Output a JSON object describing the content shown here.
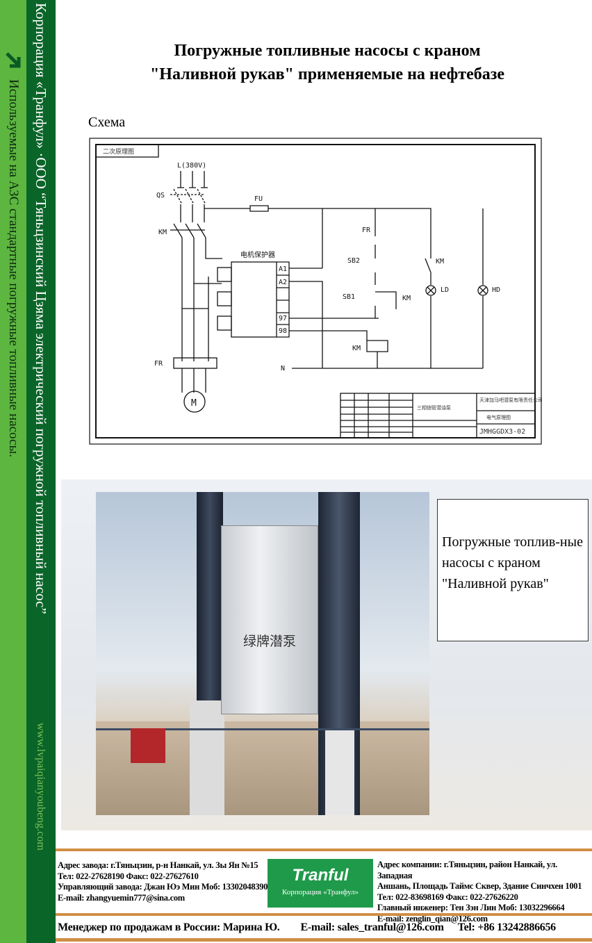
{
  "sidebar": {
    "company_line": "Корпорация «Транфул» ·ООО “Тяньцзинский Цзяма электрический погружной топливный насос”",
    "subtitle": "Используемые на АЗС стандартные погружные топливные насосы.",
    "website": "www.lvpaiqianyoubeng.com",
    "arrow_icon": "arrow-down-right-icon"
  },
  "header": {
    "title_line1": "Погружные топливные насосы с краном",
    "title_line2": "\"Наливной рукав\" применяемые на нефтебазе"
  },
  "schema": {
    "label": "Схема",
    "frame_title": "二次原理图",
    "labels": {
      "supply": "L(380V)",
      "qs": "QS",
      "km": "KM",
      "fu": "FU",
      "protector": "电机保护器",
      "a1": "A1",
      "a2": "A2",
      "t97": "97",
      "t98": "98",
      "fr": "FR",
      "motor": "M",
      "n": "N",
      "sb1": "SB1",
      "sb2": "SB2",
      "ld": "LD",
      "hd": "HD"
    },
    "titleblock": {
      "product": "三相铠管潜油泵",
      "company": "天津加马吧潜泵有限责任公司",
      "drawing": "电气原理图",
      "code": "JMHGGDX3-02"
    }
  },
  "photo": {
    "box_text": "绿牌潜泵"
  },
  "caption": "Погружные топлив-ные насосы с краном \"Наливной рукав\"",
  "footer": {
    "left": [
      "Адрес завода: г.Тяньцзин, р-н Нанкай, ул. Зы Ян №15",
      "Тел: 022-27628190   Факс: 022-27627610",
      "Управляющий завода: Джан Юэ Мин  Моб: 13302048390",
      "E-mail: zhangyuemin777@sina.com"
    ],
    "logo": {
      "brand": "Tranful",
      "sub": "Корпорация «Транфул»"
    },
    "right": [
      "Адрес компании: г.Тяньцзин, район Нанкай, ул. Западная",
      "Аншань, Площадь Таймс Сквер, Здание Синчхен 1001",
      "Тел: 022-83698169   Факс: 022-27626220",
      "Главный инженер: Тен Зэн Лин  Моб: 13032296664",
      "E-mail: zenglin_qian@126.com"
    ],
    "manager": "Менеджер по продажам в России: Марина Ю.",
    "email": "E-mail: sales_tranful@126.com",
    "tel": "Tel: +86 13242886656"
  },
  "colors": {
    "light_green": "#5cb63f",
    "dark_green": "#0a6528",
    "orange": "#d08f45",
    "logo_green": "#1f9a4a"
  }
}
